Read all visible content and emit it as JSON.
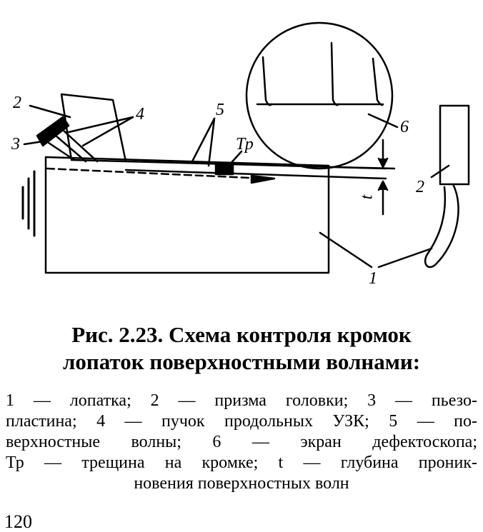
{
  "figure": {
    "labels": {
      "blade_left": "2",
      "piezo": "3",
      "beam": "4",
      "surface_waves": "5",
      "crack": "Тр",
      "screen": "6",
      "depth": "t",
      "probe_right": "2",
      "blade": "1"
    }
  },
  "caption": {
    "title_line1": "Рис. 2.23. Схема контроля кромок",
    "title_line2": "лопаток поверхностными волнами:"
  },
  "legend": {
    "line1": "1 — лопатка; 2 — призма головки; 3 — пьезо-",
    "line2": "пластина; 4 — пучок продольных УЗК; 5 — по-",
    "line3": "верхностные волны; 6 — экран дефектоскопа;",
    "line4": "Тр — трещина на кромке; t — глубина проник-",
    "line5": "новения поверхностных волн"
  },
  "page_number": "120"
}
